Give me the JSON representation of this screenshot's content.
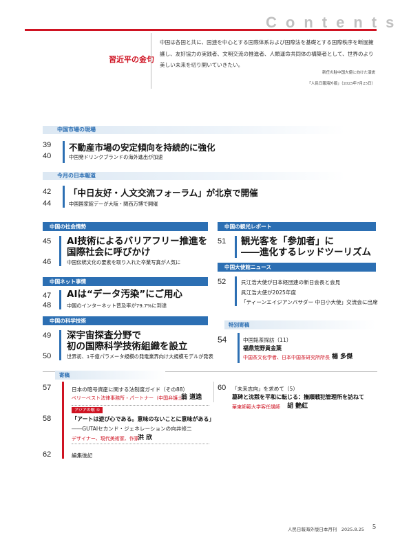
{
  "header": {
    "title": "Contents"
  },
  "quote": {
    "label": "習近平の金句",
    "text": "中国は各国と共に、国連を中心とする国際体系および国際法を基礎とする国際秩序を断固擁護し、友好協力の実践者、文明交流の推進者、人類運命共同体の構築者として、世界のより美しい未来を切り開いていきたい。",
    "source_1": "新任の駐中国大使に向けた演説",
    "source_2": "「人民日報海外版」（2025年7月25日）"
  },
  "sections": {
    "market": {
      "label": "中国市場の現場",
      "items": [
        {
          "page": "39",
          "title": "不動産市場の安定傾向を持続的に強化"
        },
        {
          "page": "40",
          "title": "中国発ドリンクブランドの海外進出が加速"
        }
      ]
    },
    "japan": {
      "label": "今月の日本報道",
      "items": [
        {
          "page": "42",
          "title": "「中日友好・人文交流フォーラム」が北京で開催"
        },
        {
          "page": "44",
          "title": "中国国家館デーが大阪・関西万博で開催"
        }
      ]
    },
    "society": {
      "label": "中国の社会情勢",
      "items": [
        {
          "page": "45",
          "title_1": "AI技術によるバリアフリー推進を",
          "title_2": "国際社会に呼びかけ"
        },
        {
          "page": "46",
          "title": "中国伝統文化の要素を取り入れた卒業写真が人気に"
        }
      ]
    },
    "net": {
      "label": "中国ネット事情",
      "items": [
        {
          "page": "47",
          "title": "AIは“データ汚染”にご用心"
        },
        {
          "page": "48",
          "title": "中国のインターネット普及率が79.7%に到達"
        }
      ]
    },
    "science": {
      "label": "中国の科学技術",
      "items": [
        {
          "page": "49",
          "title_1": "深宇宙探査分野で",
          "title_2": "初の国際科学技術組織を設立"
        },
        {
          "page": "50",
          "title": "世界初、1千億パラメータ規模の発電業界向け大規模モデルが発表"
        }
      ]
    },
    "tourism": {
      "label": "中国の観光レポート",
      "items": [
        {
          "page": "51",
          "title_1": "観光客を「参加者」に",
          "title_2": "――進化するレッドツーリズム"
        }
      ]
    },
    "embassy": {
      "label": "中国大使館ニュース",
      "items": [
        {
          "page": "52",
          "line_1": "呉江浩大使が日本経団連の新日会長と会見",
          "line_2": "呉江浩大使が2025年度",
          "line_3": "「ティーンエイジアンバサダー 中日小大使」交流会に出席"
        }
      ]
    },
    "special": {
      "label": "特別寄稿",
      "items": [
        {
          "page": "54",
          "title_1": "中国銘茶探訪（11）",
          "title_2": "福鼎荒野貢金葉",
          "author_role": "中国茶文化学者、日本中国茶研究所所長",
          "author_name": "楊 多傑"
        }
      ]
    },
    "contrib": {
      "label": "寄稿",
      "items": [
        {
          "page": "57",
          "title": "日本の暗号資産に関する法制度ガイド（その88）",
          "author_role": "ベリーベスト法律事務所・パートナー（中国弁護士）",
          "author_name": "翁 道逵"
        },
        {
          "page": "58",
          "tag": "アジアの眼 ⑤",
          "title_1": "「アートは遊び心である。意味のないことに意味がある」",
          "title_2": "――GUTAIセカンド・ジェネレーションの向井修二",
          "author_role": "デザイナー、現代美術家、作家",
          "author_name": "洪 欣"
        },
        {
          "page": "60",
          "title_1": "「未来志向」を求めて（5）",
          "title_2": "墓碑と沈黙を平和に転じる：撫順戦犯管理所を訪ねて",
          "author_role": "華東師範大学客任講師",
          "author_name": "胡 艶紅"
        },
        {
          "page": "62",
          "title": "編集後記"
        }
      ]
    }
  },
  "footer": {
    "text": "人民日報海外版日本月刊　2025.8.25",
    "page": "5"
  },
  "colors": {
    "accent_red": "#cf1322",
    "accent_blue": "#2c6fb3"
  }
}
